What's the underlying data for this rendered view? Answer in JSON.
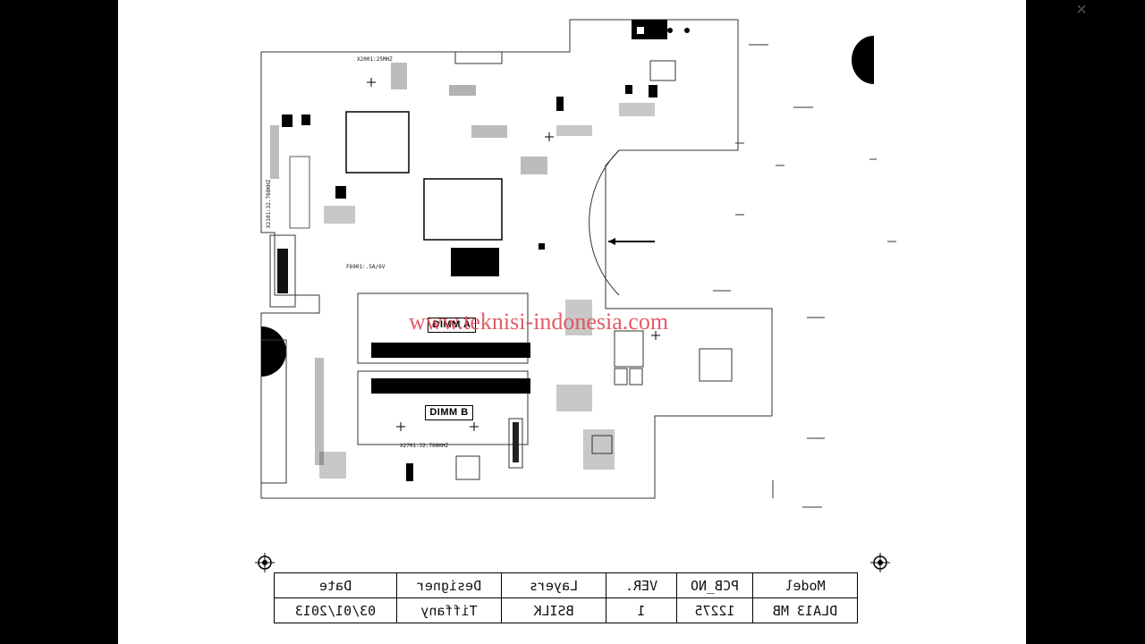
{
  "viewer": {
    "close_glyph": "⤫"
  },
  "schematic": {
    "crystal_top": "X2001:25MHZ",
    "crystal_side": "X2101:32.768KHZ",
    "crystal_bottom": "X2701:32.768KHZ",
    "fuse_label": "F6901:.5A/6V",
    "dimm_a_label": "DIMM A",
    "dimm_b_label": "DIMM B",
    "watermark": "www.teknisi-indonesia.com"
  },
  "title_block": {
    "headers": [
      "Model",
      "PCB_NO",
      "VER.",
      "Layers",
      "Designer",
      "Date"
    ],
    "values": [
      "DLA13 MB",
      "12275",
      "1",
      "BSILK",
      "Tiffany",
      "03/01/2013"
    ]
  }
}
